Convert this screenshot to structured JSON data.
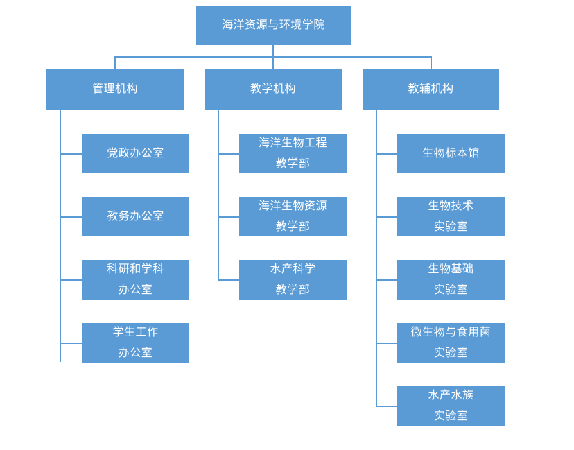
{
  "chart": {
    "type": "org-chart-diagram",
    "background_color": "#FFFFFF",
    "node_color": "#5B9BD5",
    "connector_color": "#5B9BD5",
    "text_color": "#FFFFFF",
    "root": {
      "label": "海洋资源与环境学院"
    },
    "branches": [
      {
        "label": "管理机构",
        "children": [
          {
            "label": "党政办公室"
          },
          {
            "label": "教务办公室"
          },
          {
            "label": "科研和学科\n办公室"
          },
          {
            "label": "学生工作\n办公室"
          }
        ]
      },
      {
        "label": "教学机构",
        "children": [
          {
            "label": "海洋生物工程\n教学部"
          },
          {
            "label": "海洋生物资源\n教学部"
          },
          {
            "label": "水产科学\n教学部"
          }
        ]
      },
      {
        "label": "教辅机构",
        "children": [
          {
            "label": "生物标本馆"
          },
          {
            "label": "生物技术\n实验室"
          },
          {
            "label": "生物基础\n实验室"
          },
          {
            "label": "微生物与食用菌\n实验室"
          },
          {
            "label": "水产水族\n实验室"
          }
        ]
      }
    ]
  }
}
